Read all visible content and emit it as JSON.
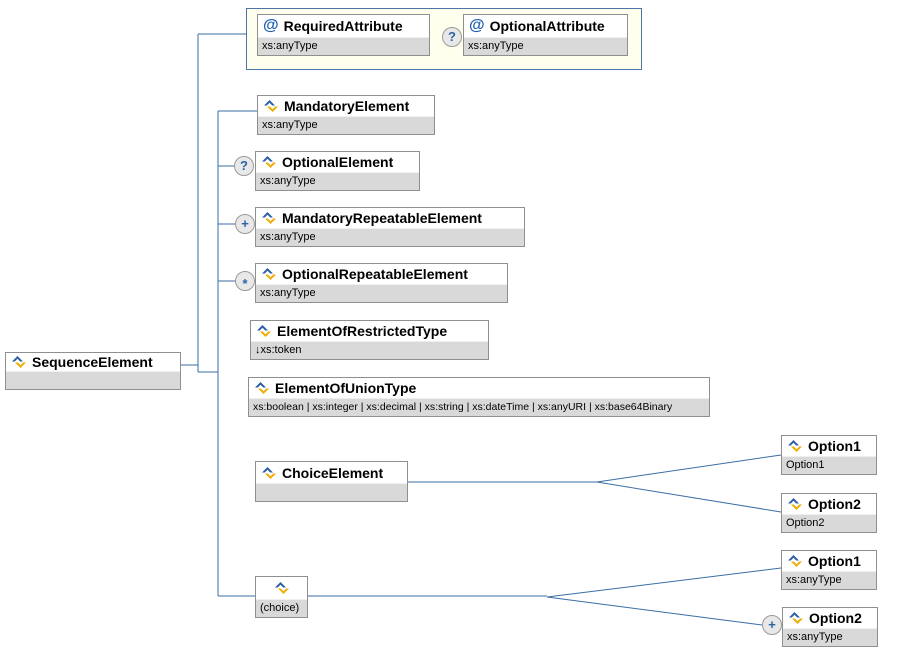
{
  "root": {
    "label": "SequenceElement"
  },
  "attr_group": {
    "occurrence": "?",
    "attributes": [
      {
        "at": "@",
        "label": "RequiredAttribute",
        "type": "xs:anyType"
      },
      {
        "at": "@",
        "label": "OptionalAttribute",
        "type": "xs:anyType"
      }
    ]
  },
  "children": [
    {
      "label": "MandatoryElement",
      "type": "xs:anyType"
    },
    {
      "label": "OptionalElement",
      "type": "xs:anyType",
      "occurrence": "?"
    },
    {
      "label": "MandatoryRepeatableElement",
      "type": "xs:anyType",
      "occurrence": "+"
    },
    {
      "label": "OptionalRepeatableElement",
      "type": "xs:anyType",
      "occurrence": "*"
    },
    {
      "label": "ElementOfRestrictedType",
      "type": "↓xs:token"
    },
    {
      "label": "ElementOfUnionType",
      "type": "xs:boolean | xs:integer | xs:decimal | xs:string | xs:dateTime | xs:anyURI | xs:base64Binary"
    },
    {
      "label": "ChoiceElement"
    },
    {
      "label": "(choice)"
    }
  ],
  "choice_options": [
    {
      "label": "Option1",
      "type": "Option1"
    },
    {
      "label": "Option2",
      "type": "Option2"
    }
  ],
  "group_options": [
    {
      "label": "Option1",
      "type": "xs:anyType"
    },
    {
      "label": "Option2",
      "type": "xs:anyType",
      "occurrence": "+"
    }
  ],
  "colors": {
    "connector": "#3a6ea5",
    "group_fill": "#ffffee",
    "group_border": "#4a76a8",
    "strip": "#d9d9d9",
    "box_border": "#8f8f8f",
    "icon_blue": "#2a5da8",
    "icon_yellow": "#f0ad00",
    "glyph_blue": "#2c64a0"
  }
}
